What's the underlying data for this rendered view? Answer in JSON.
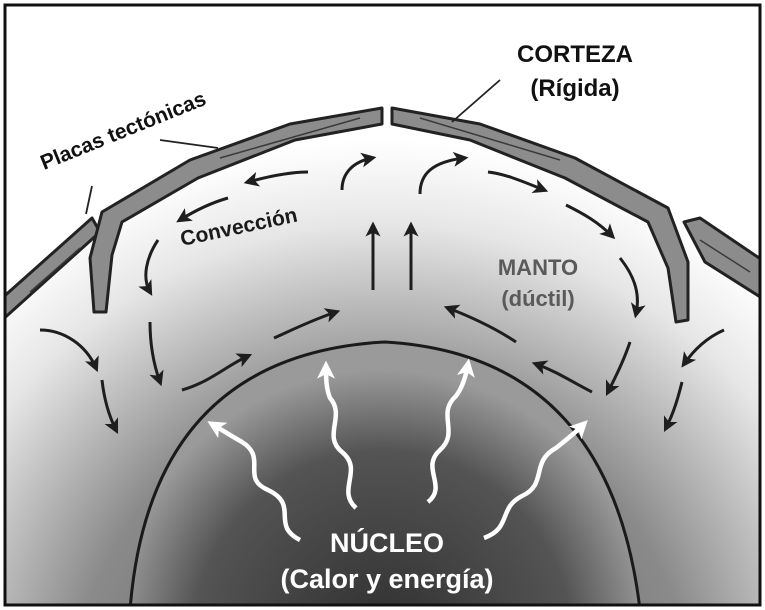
{
  "labels": {
    "plates": "Placas tectónicas",
    "crust_title": "CORTEZA",
    "crust_sub": "(Rígida)",
    "convection": "Convección",
    "mantle_title": "MANTO",
    "mantle_sub": "(dúctil)",
    "core_title": "NÚCLEO",
    "core_sub": "(Calor y energía)"
  },
  "colors": {
    "frame": "#111111",
    "crust_fill": "#8c8c8c",
    "crust_stroke": "#222222",
    "mantle_light": "#f2f2f2",
    "mantle_dark": "#6f6f6f",
    "core_light": "#9a9a9a",
    "core_dark": "#3e3e3e",
    "arrow_dark": "#1e1e1e",
    "arrow_light": "#ffffff",
    "mantle_text": "#5a5a5a",
    "core_text": "#ffffff"
  },
  "icons": {
    "convection_arrow": "curved-arrow-icon",
    "heat_arrow": "wavy-arrow-icon"
  }
}
